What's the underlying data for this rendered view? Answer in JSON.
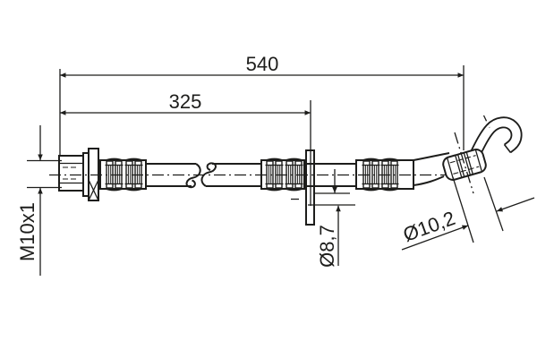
{
  "colors": {
    "background": "#ffffff",
    "line": "#1d1d1b"
  },
  "drawing": {
    "part_type": "brake-hose",
    "dimensions": {
      "overall_length": "540",
      "length_to_bracket": "325",
      "thread_size": "M10x1",
      "hose_diameter": "Ø8,7",
      "eye_outer_diameter": "Ø10,2"
    }
  }
}
